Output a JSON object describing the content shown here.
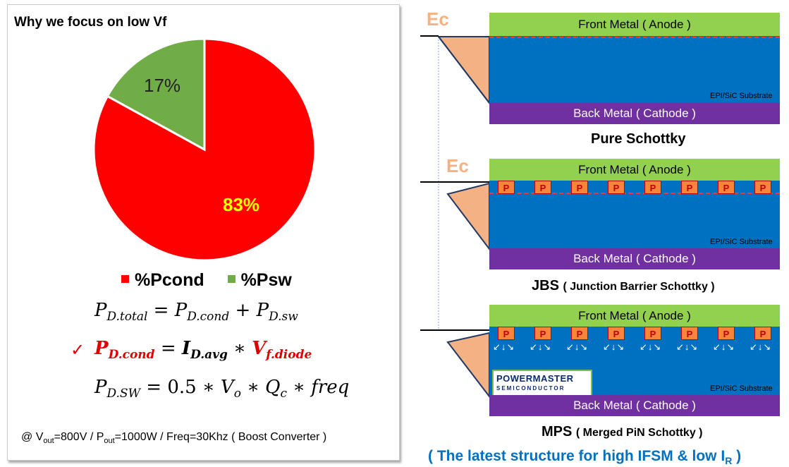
{
  "left": {
    "title": "Why we focus on low Vf",
    "legend": [
      "%Pcond",
      "%Psw"
    ],
    "formulas": {
      "f1": {
        "lhs_base": "P",
        "lhs_sub": "D.total",
        "eq": " = ",
        "t1_base": "P",
        "t1_sub": "D.cond",
        "op": " + ",
        "t2_base": "P",
        "t2_sub": "D.sw"
      },
      "f2": {
        "check": "✓",
        "lhs_base": "P",
        "lhs_sub": "D.cond",
        "eq": " = ",
        "t1_base": "I",
        "t1_sub": "D.avg",
        "op": " ∗ ",
        "t2_base": "V",
        "t2_sub": "f.diode"
      },
      "f3": {
        "lhs_base": "P",
        "lhs_sub": "D.SW",
        "rhs": " = 0.5 ∗ ",
        "v_base": "V",
        "v_sub": "o",
        "op": " ∗ ",
        "q_base": "Q",
        "q_sub": "c",
        "tail": " ∗ freq"
      }
    },
    "note": {
      "at": "@ V",
      "vout_sub": "out",
      "vout_val": "=800V / P",
      "pout_sub": "out",
      "rest": "=1000W / Freq=30Khz ( Boost Converter )"
    }
  },
  "chart_data": {
    "type": "pie",
    "categories": [
      "%Pcond",
      "%Psw"
    ],
    "values": [
      83,
      17
    ],
    "labels": [
      "83%",
      "17%"
    ],
    "colors": [
      "#ff0000",
      "#70ad47"
    ],
    "title": "Why we focus on low Vf",
    "legend_position": "bottom"
  },
  "right": {
    "ec_label": "Ec",
    "front_metal": "Front Metal ( Anode )",
    "back_metal": "Back Metal ( Cathode )",
    "epi_label": "EPI/SiC Substrate",
    "p_label": "P",
    "structures": {
      "pure": {
        "name": "Pure Schottky"
      },
      "jbs": {
        "name": "JBS",
        "desc": "( Junction Barrier Schottky )"
      },
      "mps": {
        "name": "MPS",
        "desc": "( Merged PiN Schottky )"
      }
    },
    "logo": {
      "line1": "POWERMASTER",
      "line2": "SEMICONDUCTOR"
    },
    "latest": {
      "text": "( The latest structure for high IFSM  & low I",
      "sub": "R",
      "close": " )"
    }
  },
  "colors": {
    "pcond": "#ff0000",
    "psw": "#70ad47",
    "front_metal": "#92d050",
    "back_metal": "#7030a0",
    "epi": "#0070c0",
    "ec": "#f4b183",
    "accent_blue": "#0070c0"
  }
}
